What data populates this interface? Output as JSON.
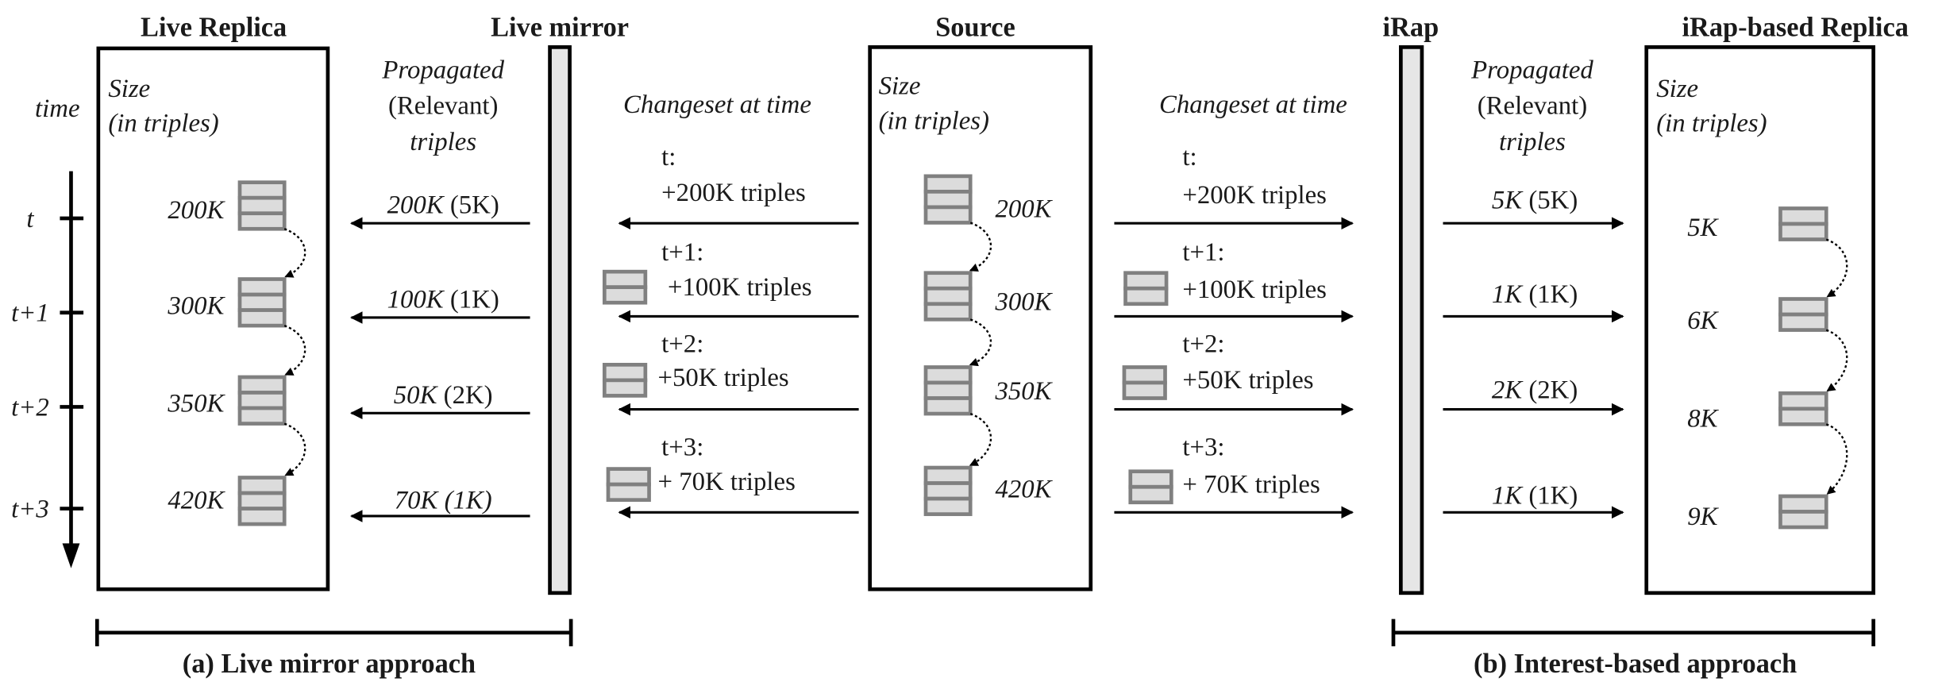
{
  "titles": {
    "live_replica": "Live Replica",
    "live_mirror": "Live mirror",
    "source": "Source",
    "irap": "iRap",
    "irap_replica": "iRap-based Replica"
  },
  "labels": {
    "time": "time",
    "size1": "Size",
    "size2": "(in triples)",
    "prop1": "Propagated",
    "prop2": "(Relevant)",
    "prop3": "triples",
    "changeset": "Changeset at time"
  },
  "time_ticks": [
    "t",
    "t+1",
    "t+2",
    "t+3"
  ],
  "live_replica_sizes": [
    "200K",
    "300K",
    "350K",
    "420K"
  ],
  "live_propagated": [
    {
      "a": "200K",
      "b": " (5K)"
    },
    {
      "a": "100K",
      "b": " (1K)"
    },
    {
      "a": "50K",
      "b": " (2K)"
    },
    {
      "a": "70K (1K)",
      "b": ""
    }
  ],
  "changesets": [
    {
      "t": "t:",
      "c": "+200K triples"
    },
    {
      "t": "t+1:",
      "c": "+100K triples"
    },
    {
      "t": "t+2:",
      "c": "+50K triples"
    },
    {
      "t": "t+3:",
      "c": "+ 70K triples"
    }
  ],
  "source_sizes": [
    "200K",
    "300K",
    "350K",
    "420K"
  ],
  "irap_propagated": [
    {
      "a": "5K",
      "b": " (5K)"
    },
    {
      "a": "1K",
      "b": " (1K)"
    },
    {
      "a": "2K",
      "b": " (2K)"
    },
    {
      "a": "1K",
      "b": " (1K)"
    }
  ],
  "irap_replica_sizes": [
    "5K",
    "6K",
    "8K",
    "9K"
  ],
  "captions": {
    "a": "(a) Live mirror approach",
    "b": "(b) Interest-based approach"
  }
}
